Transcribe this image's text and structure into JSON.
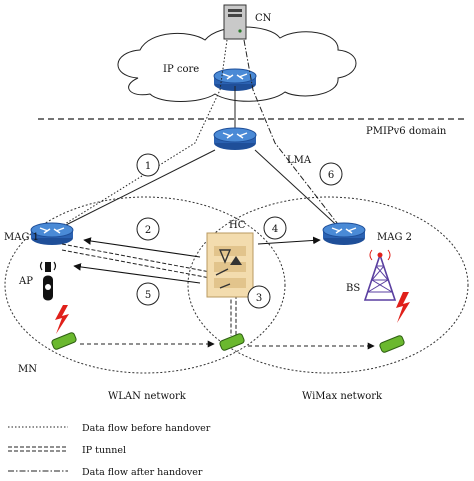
{
  "nodes": {
    "cn": "CN",
    "ip_core": "IP core",
    "lma": "LMA",
    "domain": "PMIPv6 domain",
    "mag1": "MAG 1",
    "mag2": "MAG 2",
    "hc": "HC",
    "ap": "AP",
    "bs": "BS",
    "mn": "MN"
  },
  "networks": {
    "wlan": "WLAN network",
    "wimax": "WiMax network"
  },
  "steps": [
    "1",
    "2",
    "3",
    "4",
    "5",
    "6"
  ],
  "legend": [
    {
      "style": "dotted",
      "label": "Data flow before handover"
    },
    {
      "style": "double-dashed",
      "label": "IP tunnel"
    },
    {
      "style": "dash-dot",
      "label": "Data flow after handover"
    }
  ],
  "colors": {
    "router_blue": "#3c78c8",
    "router_dark": "#1f4f99",
    "phone_green": "#6ab82e",
    "lightning_red": "#e0201a",
    "tower_purple": "#5a3fa0"
  }
}
